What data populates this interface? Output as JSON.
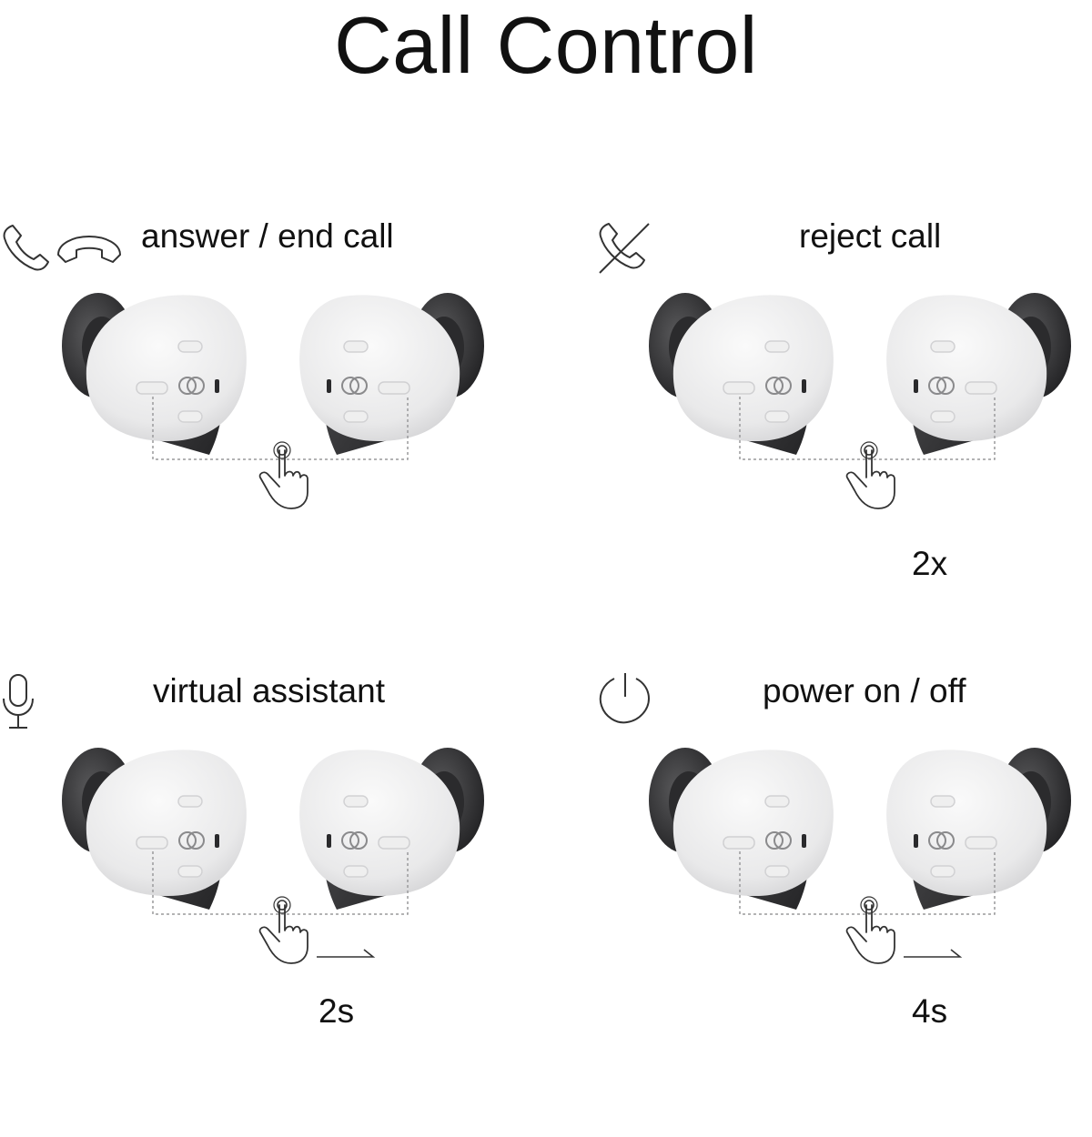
{
  "title": "Call Control",
  "sections": [
    {
      "id": "answer",
      "label": "answer / end call",
      "icons": [
        "phone-icon",
        "hang-up-icon"
      ],
      "gesture": "tap-icon",
      "press_text": ""
    },
    {
      "id": "reject",
      "label": "reject call",
      "icons": [
        "phone-crossed-icon"
      ],
      "gesture": "tap-icon",
      "press_text": "2x"
    },
    {
      "id": "assistant",
      "label": "virtual assistant",
      "icons": [
        "microphone-icon"
      ],
      "gesture": "tap-icon",
      "press_text": "2s"
    },
    {
      "id": "power",
      "label": "power on / off",
      "icons": [
        "power-icon"
      ],
      "gesture": "tap-icon",
      "press_text": "4s"
    }
  ]
}
